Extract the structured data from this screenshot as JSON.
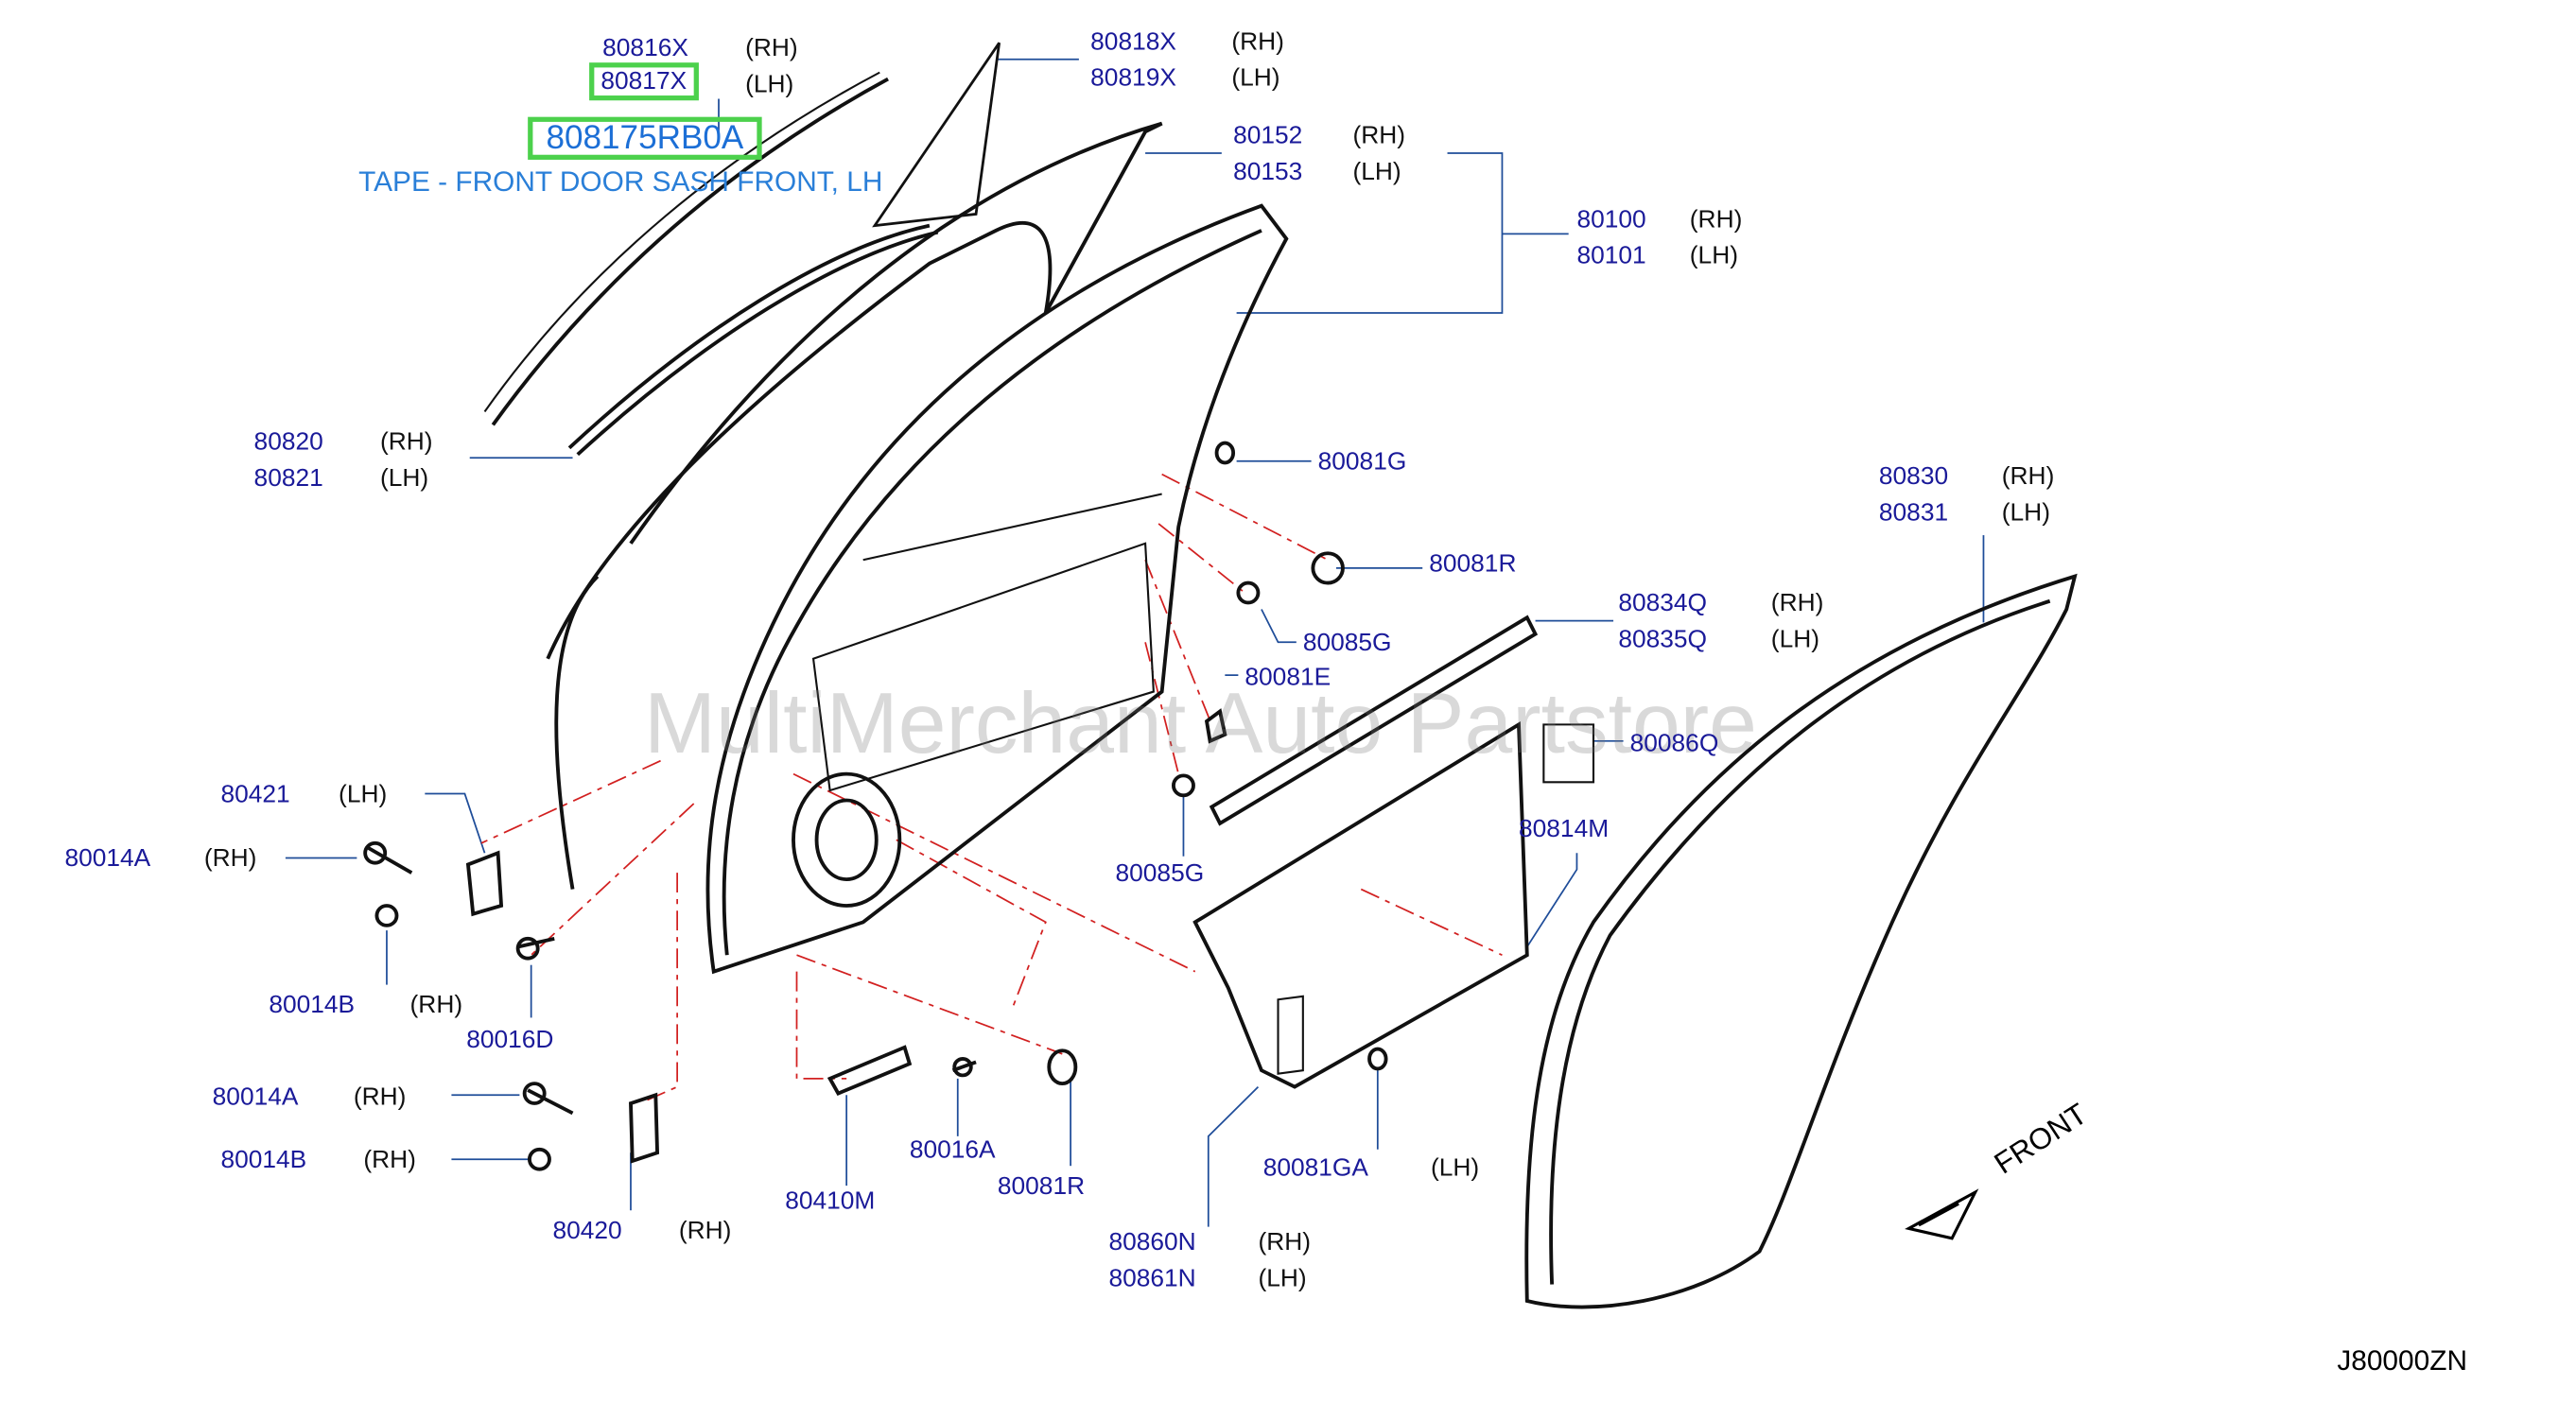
{
  "watermark": "MultiMerchant Auto Partstore",
  "diagram_code": "J80000ZN",
  "front_label": "FRONT",
  "highlight": {
    "part": "808175RB0A",
    "description": "TAPE - FRONT DOOR SASH FRONT, LH"
  },
  "labels": {
    "l80816x": "80816X",
    "l80816x_s": "(RH)",
    "l80817x": "80817X",
    "l80817x_s": "(LH)",
    "l80818x": "80818X",
    "l80818x_s": "(RH)",
    "l80819x": "80819X",
    "l80819x_s": "(LH)",
    "l80152": "80152",
    "l80152_s": "(RH)",
    "l80153": "80153",
    "l80153_s": "(LH)",
    "l80100": "80100",
    "l80100_s": "(RH)",
    "l80101": "80101",
    "l80101_s": "(LH)",
    "l80820": "80820",
    "l80820_s": "(RH)",
    "l80821": "80821",
    "l80821_s": "(LH)",
    "l80081g": "80081G",
    "l80830": "80830",
    "l80830_s": "(RH)",
    "l80831": "80831",
    "l80831_s": "(LH)",
    "l80081r_a": "80081R",
    "l80834q": "80834Q",
    "l80834q_s": "(RH)",
    "l80835q": "80835Q",
    "l80835q_s": "(LH)",
    "l80085g_a": "80085G",
    "l80081e": "80081E",
    "l80086q": "80086Q",
    "l80421": "80421",
    "l80421_s": "(LH)",
    "l80014a_a": "80014A",
    "l80014a_a_s": "(RH)",
    "l80814m": "80814M",
    "l80085g_b": "80085G",
    "l80014b_a": "80014B",
    "l80014b_a_s": "(RH)",
    "l80016d": "80016D",
    "l80014a_b": "80014A",
    "l80014a_b_s": "(RH)",
    "l80016a": "80016A",
    "l80014b_b": "80014B",
    "l80014b_b_s": "(RH)",
    "l80081ga": "80081GA",
    "l80081ga_s": "(LH)",
    "l80081r_b": "80081R",
    "l80410m": "80410M",
    "l80420": "80420",
    "l80420_s": "(RH)",
    "l80860n": "80860N",
    "l80860n_s": "(RH)",
    "l80861n": "80861N",
    "l80861n_s": "(LH)"
  }
}
